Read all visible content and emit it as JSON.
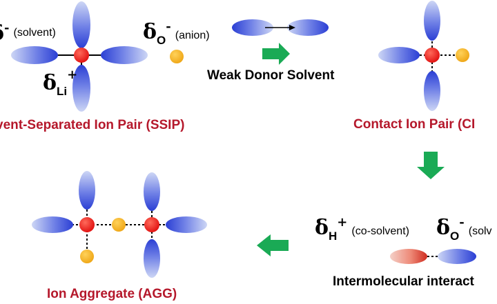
{
  "labels": {
    "ssip": "vent-Separated Ion Pair (SSIP)",
    "cip": "Contact Ion Pair (CI",
    "agg": "Ion Aggregate (AGG)",
    "weak_donor": "Weak Donor Solvent",
    "intermolecular": "Intermolecular interact"
  },
  "deltas": {
    "ssip_solvent": {
      "symbol": "δ",
      "charge": "-",
      "note": "(solvent)"
    },
    "ssip_anion": {
      "symbol": "δ",
      "sub": "O",
      "charge": "-",
      "note": "(anion)"
    },
    "ssip_li": {
      "symbol": "δ",
      "sub": "Li",
      "charge": "+"
    },
    "co_h": {
      "symbol": "δ",
      "sub": "H",
      "charge": "+",
      "note": "(co-solvent)"
    },
    "co_o": {
      "symbol": "δ",
      "sub": "O",
      "charge": "-",
      "note": "(solv"
    }
  },
  "colors": {
    "label_red": "#b5182b",
    "arrow_green": "#1aaa55",
    "li_red": "#ee1111",
    "anion_orange": "#f5b321",
    "solvent_blue": "#2e44d6",
    "cosolvent_red": "#d83a2c"
  },
  "icons": {
    "process_arrow": "green-block-arrow",
    "lithium": "red-sphere",
    "anion": "orange-sphere",
    "solvent": "blue-gradient-ellipse"
  }
}
